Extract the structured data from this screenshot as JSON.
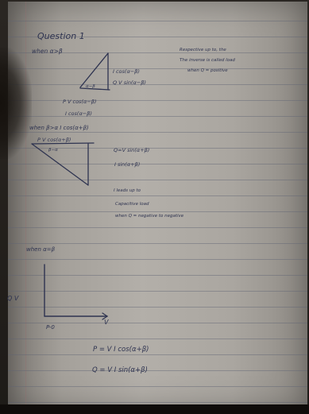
{
  "notebook": {
    "heading": "Question 1",
    "case1": {
      "label": "when α>β",
      "side_label_1": "I cos(α−β)",
      "side_label_2": "Q V sin(α−β)",
      "angle_label": "α−β",
      "base_label": "P V cos(α−β)",
      "under_label": "I cos(α−β)",
      "note_lines": [
        "Respective up to, the",
        "The inverse is called load",
        "when Q = positive"
      ]
    },
    "case2": {
      "label": "when β>α  I cos(α+β)",
      "top_label": "P V cos(α+β)",
      "angle_label": "β−α",
      "formula_1": "Q=V sin(α+β)",
      "formula_2": "I sin(α+β)",
      "note_lines": [
        "I leads up to",
        "Capacitive load",
        "when Q = negative to negative"
      ]
    },
    "case3": {
      "label": "when α=β",
      "y_axis_label": "Q V",
      "x_axis_label": "V",
      "origin_label": "P-0",
      "formula_p": "P = V I cos(α+β)",
      "formula_q": "Q = V I sin(α+β)"
    }
  }
}
